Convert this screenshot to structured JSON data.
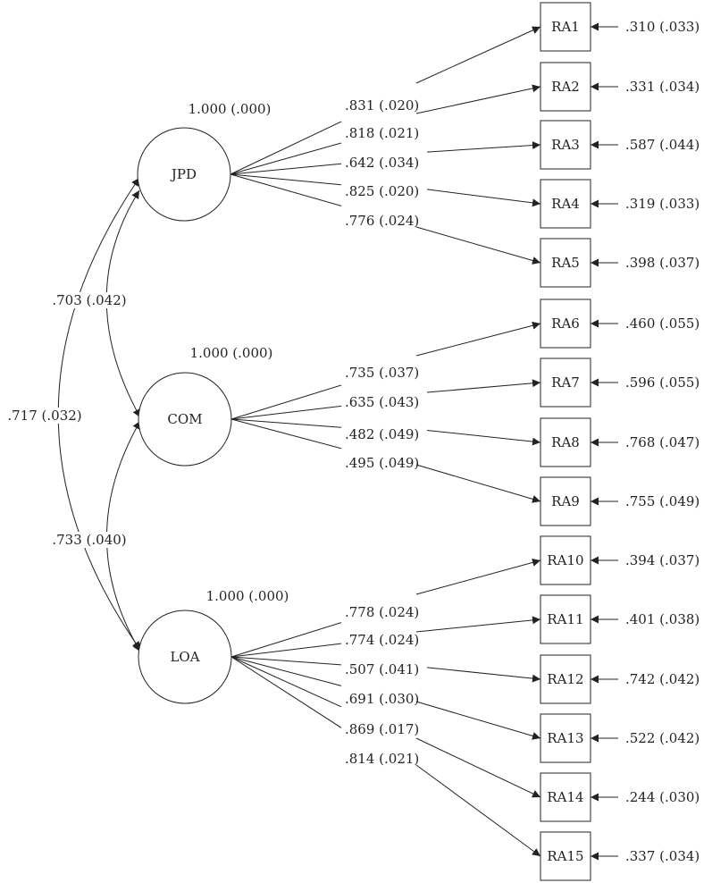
{
  "factors": [
    {
      "id": "JPD",
      "variance": "1.000 (.000)"
    },
    {
      "id": "COM",
      "variance": "1.000 (.000)"
    },
    {
      "id": "LOA",
      "variance": "1.000 (.000)"
    }
  ],
  "indicators": [
    {
      "id": "RA1",
      "factor": "JPD",
      "loading": ".831 (.020)",
      "residual": ".310 (.033)"
    },
    {
      "id": "RA2",
      "factor": "JPD",
      "loading": ".818 (.021)",
      "residual": ".331 (.034)"
    },
    {
      "id": "RA3",
      "factor": "JPD",
      "loading": ".642 (.034)",
      "residual": ".587 (.044)"
    },
    {
      "id": "RA4",
      "factor": "JPD",
      "loading": ".825 (.020)",
      "residual": ".319 (.033)"
    },
    {
      "id": "RA5",
      "factor": "JPD",
      "loading": ".776 (.024)",
      "residual": ".398 (.037)"
    },
    {
      "id": "RA6",
      "factor": "COM",
      "loading": ".735 (.037)",
      "residual": ".460 (.055)"
    },
    {
      "id": "RA7",
      "factor": "COM",
      "loading": ".635 (.043)",
      "residual": ".596 (.055)"
    },
    {
      "id": "RA8",
      "factor": "COM",
      "loading": ".482 (.049)",
      "residual": ".768 (.047)"
    },
    {
      "id": "RA9",
      "factor": "COM",
      "loading": ".495 (.049)",
      "residual": ".755 (.049)"
    },
    {
      "id": "RA10",
      "factor": "LOA",
      "loading": ".778 (.024)",
      "residual": ".394 (.037)"
    },
    {
      "id": "RA11",
      "factor": "LOA",
      "loading": ".774 (.024)",
      "residual": ".401 (.038)"
    },
    {
      "id": "RA12",
      "factor": "LOA",
      "loading": ".507 (.041)",
      "residual": ".742 (.042)"
    },
    {
      "id": "RA13",
      "factor": "LOA",
      "loading": ".691 (.030)",
      "residual": ".522 (.042)"
    },
    {
      "id": "RA14",
      "factor": "LOA",
      "loading": ".869 (.017)",
      "residual": ".244 (.030)"
    },
    {
      "id": "RA15",
      "factor": "LOA",
      "loading": ".814 (.021)",
      "residual": ".337 (.034)"
    }
  ],
  "correlations": [
    {
      "from": "JPD",
      "to": "COM",
      "value": ".703 (.042)"
    },
    {
      "from": "COM",
      "to": "LOA",
      "value": ".733 (.040)"
    },
    {
      "from": "JPD",
      "to": "LOA",
      "value": ".717 (.032)"
    }
  ]
}
